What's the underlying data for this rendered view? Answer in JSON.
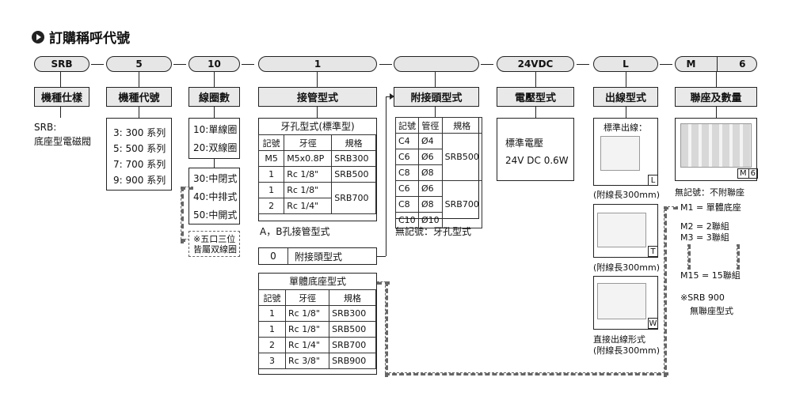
{
  "title": "訂購稱呼代號",
  "code_pills": [
    "SRB",
    "5",
    "10",
    "1",
    "",
    "24VDC",
    "L",
    "M",
    "6"
  ],
  "headers": [
    "機種仕樣",
    "機種代號",
    "線圈數",
    "接管型式",
    "附接頭型式",
    "電壓型式",
    "出線型式",
    "聯座及數量"
  ],
  "spec": {
    "line1": "SRB:",
    "line2": "底座型電磁閥"
  },
  "models": [
    "3: 300 系列",
    "5: 500 系列",
    "7: 700 系列",
    "9: 900 系列"
  ],
  "coil_a": [
    "10:單線圈",
    "20:双線圈"
  ],
  "coil_b": [
    "30:中閉式",
    "40:中排式",
    "50:中開式"
  ],
  "coil_note": [
    "※五口三位",
    "皆屬双線圈"
  ],
  "thread_table": {
    "caption": "牙孔型式(標準型)",
    "headers": [
      "記號",
      "牙徑",
      "規格"
    ],
    "rows": [
      {
        "code": "M5",
        "size": "M5x0.8P",
        "spec": "SRB300"
      },
      {
        "code": "1",
        "size": "Rc 1/8\"",
        "spec": "SRB500"
      },
      {
        "code": "1",
        "size": "Rc 1/8\"",
        "spec": "SRB700"
      },
      {
        "code": "2",
        "size": "Rc 1/4\"",
        "spec": ""
      }
    ],
    "footer": "A，B孔接管型式"
  },
  "fitting_option": {
    "code": "0",
    "label": "附接頭型式"
  },
  "base_table": {
    "caption": "單體底座型式",
    "headers": [
      "記號",
      "牙徑",
      "規格"
    ],
    "rows": [
      {
        "code": "1",
        "size": "Rc 1/8\"",
        "spec": "SRB300"
      },
      {
        "code": "1",
        "size": "Rc 1/8\"",
        "spec": "SRB500"
      },
      {
        "code": "2",
        "size": "Rc 1/4\"",
        "spec": "SRB700"
      },
      {
        "code": "3",
        "size": "Rc 3/8\"",
        "spec": "SRB900"
      }
    ]
  },
  "tube_table": {
    "headers": [
      "記號",
      "管徑",
      "規格"
    ],
    "group1": {
      "rows": [
        [
          "C4",
          "Ø4"
        ],
        [
          "C6",
          "Ø6"
        ],
        [
          "C8",
          "Ø8"
        ]
      ],
      "spec": "SRB500"
    },
    "group2": {
      "rows": [
        [
          "C6",
          "Ø6"
        ],
        [
          "C8",
          "Ø8"
        ],
        [
          "C10",
          "Ø10"
        ]
      ],
      "spec": "SRB700"
    },
    "footer": "無記號：牙孔型式"
  },
  "voltage": {
    "line1": "標準電壓",
    "line2": "24V  DC  0.6W"
  },
  "wiring": {
    "std_label": "標準出線：",
    "tags": [
      "L",
      "T",
      "W"
    ],
    "len1": "(附線長300mm)",
    "len2": "(附線長300mm)",
    "direct1": "直接出線形式",
    "direct2": "(附線長300mm)"
  },
  "manifold": {
    "img_code": [
      "M",
      "6"
    ],
    "none": "無記號：不附聯座",
    "m1": "M1  =  單體底座",
    "m2": "M2  =  2聯組",
    "m3": "M3  =  3聯組",
    "m15": "M15 = 15聯組",
    "note1": "※SRB 900",
    "note2": "無聯座型式"
  }
}
